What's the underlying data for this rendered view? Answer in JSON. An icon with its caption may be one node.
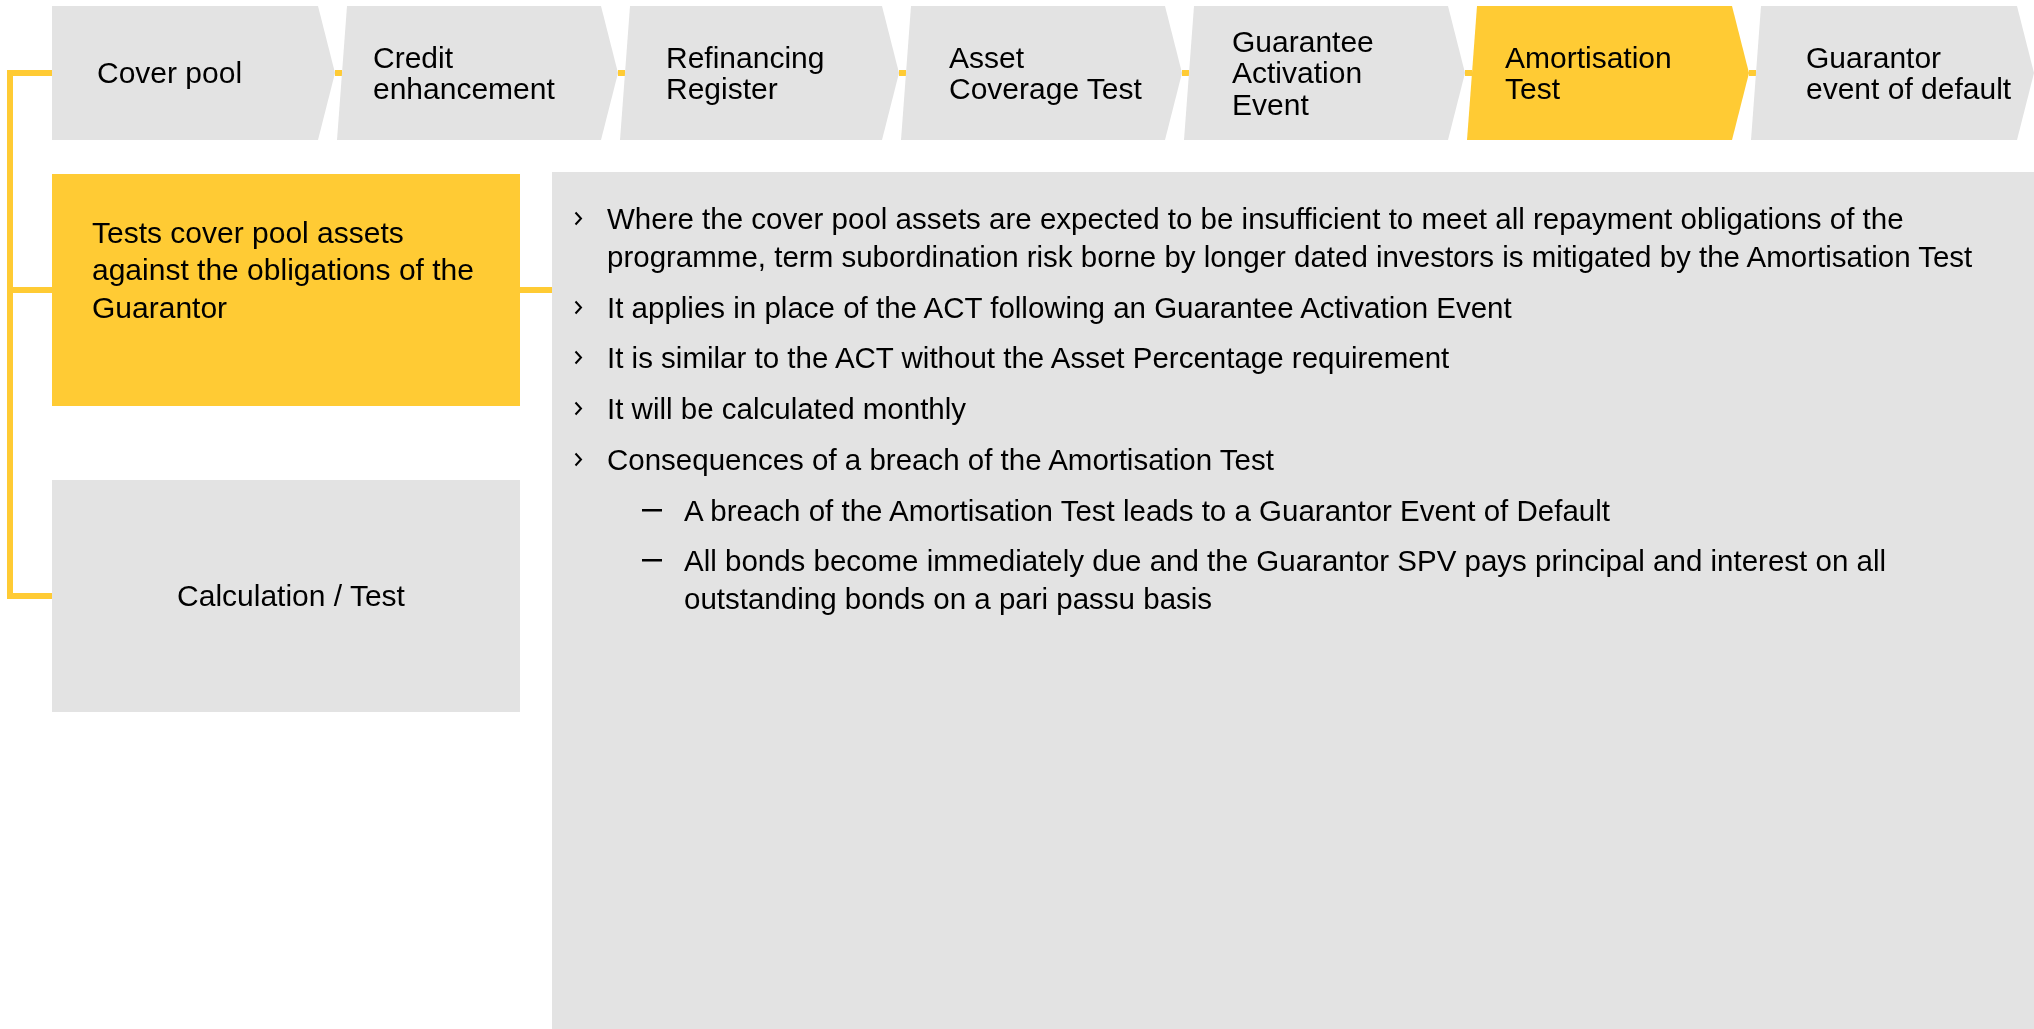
{
  "diagram": {
    "nodes": [
      {
        "text": [
          "Cover pool"
        ]
      },
      {
        "text": [
          "Credit enhancement"
        ]
      },
      {
        "text": [
          "Refinancing Register"
        ]
      },
      {
        "text": [
          "Asset Coverage Test"
        ]
      },
      {
        "text": [
          "Guarantee Activation Event"
        ]
      },
      {
        "text": [
          "Amortisation Test"
        ]
      },
      {
        "text": [
          "Guarantor event of default"
        ]
      },
      {
        "text": [
          "Tests cover pool assets against the obligations of the Guarantor"
        ]
      },
      {
        "text": [
          "Calculation / Test"
        ]
      },
      {
        "text": [
          "Where the cover pool assets are expected to be insufficient to meet all repayment obligations of the programme, term subordination risk borne by longer dated investors is mitigated by the Amortisation Test",
          "It applies in place of the ACT following an Guarantee Activation Event",
          "It is similar to the ACT without the Asset Percentage requirement",
          "It will be calculated monthly",
          "Consequences of a breach of the Amortisation Test",
          "A breach of the Amortisation Test leads to a Guarantor Event of Default",
          "All bonds become immediately due and the Guarantor SPV pays principal and interest on all outstanding bonds on a pari passu basis"
        ]
      }
    ],
    "edges": [
      {
        "from": 0,
        "to": 1,
        "arrow": "none"
      },
      {
        "from": 1,
        "to": 2,
        "arrow": "none"
      },
      {
        "from": 2,
        "to": 3,
        "arrow": "none"
      },
      {
        "from": 3,
        "to": 4,
        "arrow": "none"
      },
      {
        "from": 4,
        "to": 5,
        "arrow": "none"
      },
      {
        "from": 5,
        "to": 6,
        "arrow": "none"
      },
      {
        "from": 0,
        "to": 7,
        "arrow": "none"
      },
      {
        "from": 0,
        "to": 8,
        "arrow": "none"
      },
      {
        "from": 7,
        "to": 9,
        "arrow": "none"
      }
    ]
  }
}
